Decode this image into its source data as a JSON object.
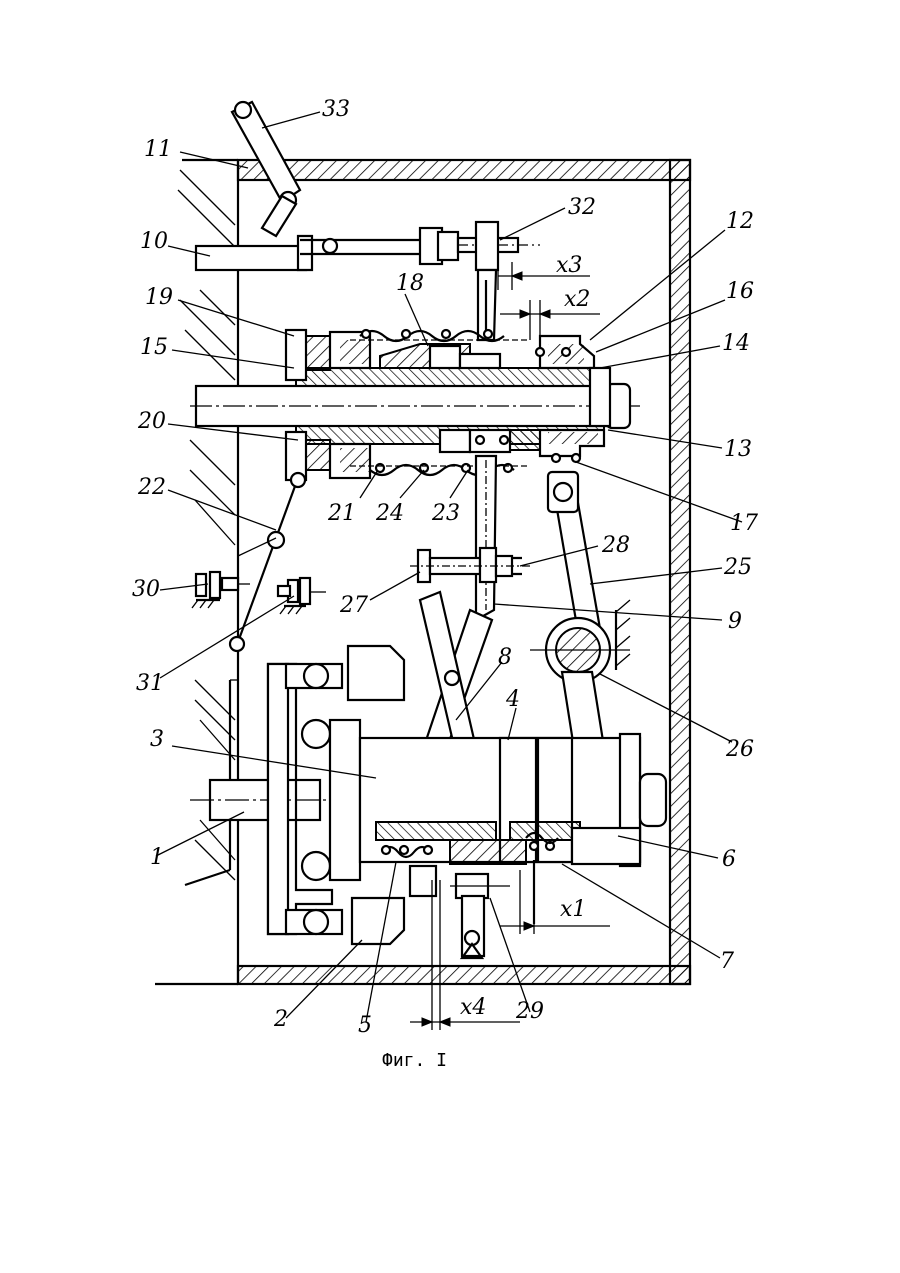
{
  "caption": "Фиг. I",
  "part_labels": [
    "33",
    "11",
    "32",
    "12",
    "10",
    "x3",
    "16",
    "19",
    "x2",
    "18",
    "15",
    "14",
    "20",
    "13",
    "22",
    "21",
    "24",
    "23",
    "17",
    "28",
    "30",
    "25",
    "27",
    "9",
    "31",
    "8",
    "4",
    "26",
    "3",
    "1",
    "6",
    "x1",
    "7",
    "2",
    "5",
    "29",
    "x4"
  ]
}
